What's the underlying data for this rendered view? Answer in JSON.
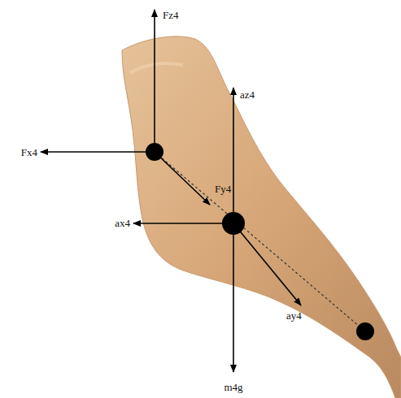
{
  "diagram": {
    "labels": [
      "Fz4",
      "Fx4",
      "Fy4",
      "az4",
      "ax4",
      "ay4",
      "m4g"
    ]
  }
}
